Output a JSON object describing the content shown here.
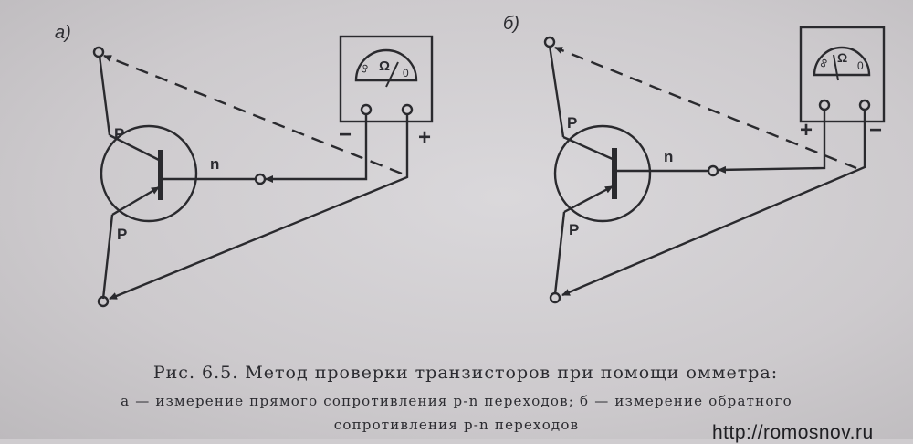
{
  "figure": {
    "panel_a": {
      "label": "а)",
      "top_region": "P",
      "base_region": "n",
      "bottom_region": "P",
      "meter_symbol": "Ω",
      "meter_infinity": "∞",
      "meter_zero": "0",
      "left_terminal": "−",
      "right_terminal": "+"
    },
    "panel_b": {
      "label": "б)",
      "top_region": "P",
      "base_region": "n",
      "bottom_region": "P",
      "meter_symbol": "Ω",
      "meter_infinity": "∞",
      "meter_zero": "0",
      "left_terminal": "+",
      "right_terminal": "−"
    }
  },
  "caption": {
    "title": "Рис. 6.5. Метод проверки транзисторов при помощи омметра:",
    "line1": "а — измерение прямого сопротивления p-n переходов; б — измерение обратного",
    "line2": "сопротивления p-n переходов"
  },
  "watermark": "http://romosnov.ru"
}
